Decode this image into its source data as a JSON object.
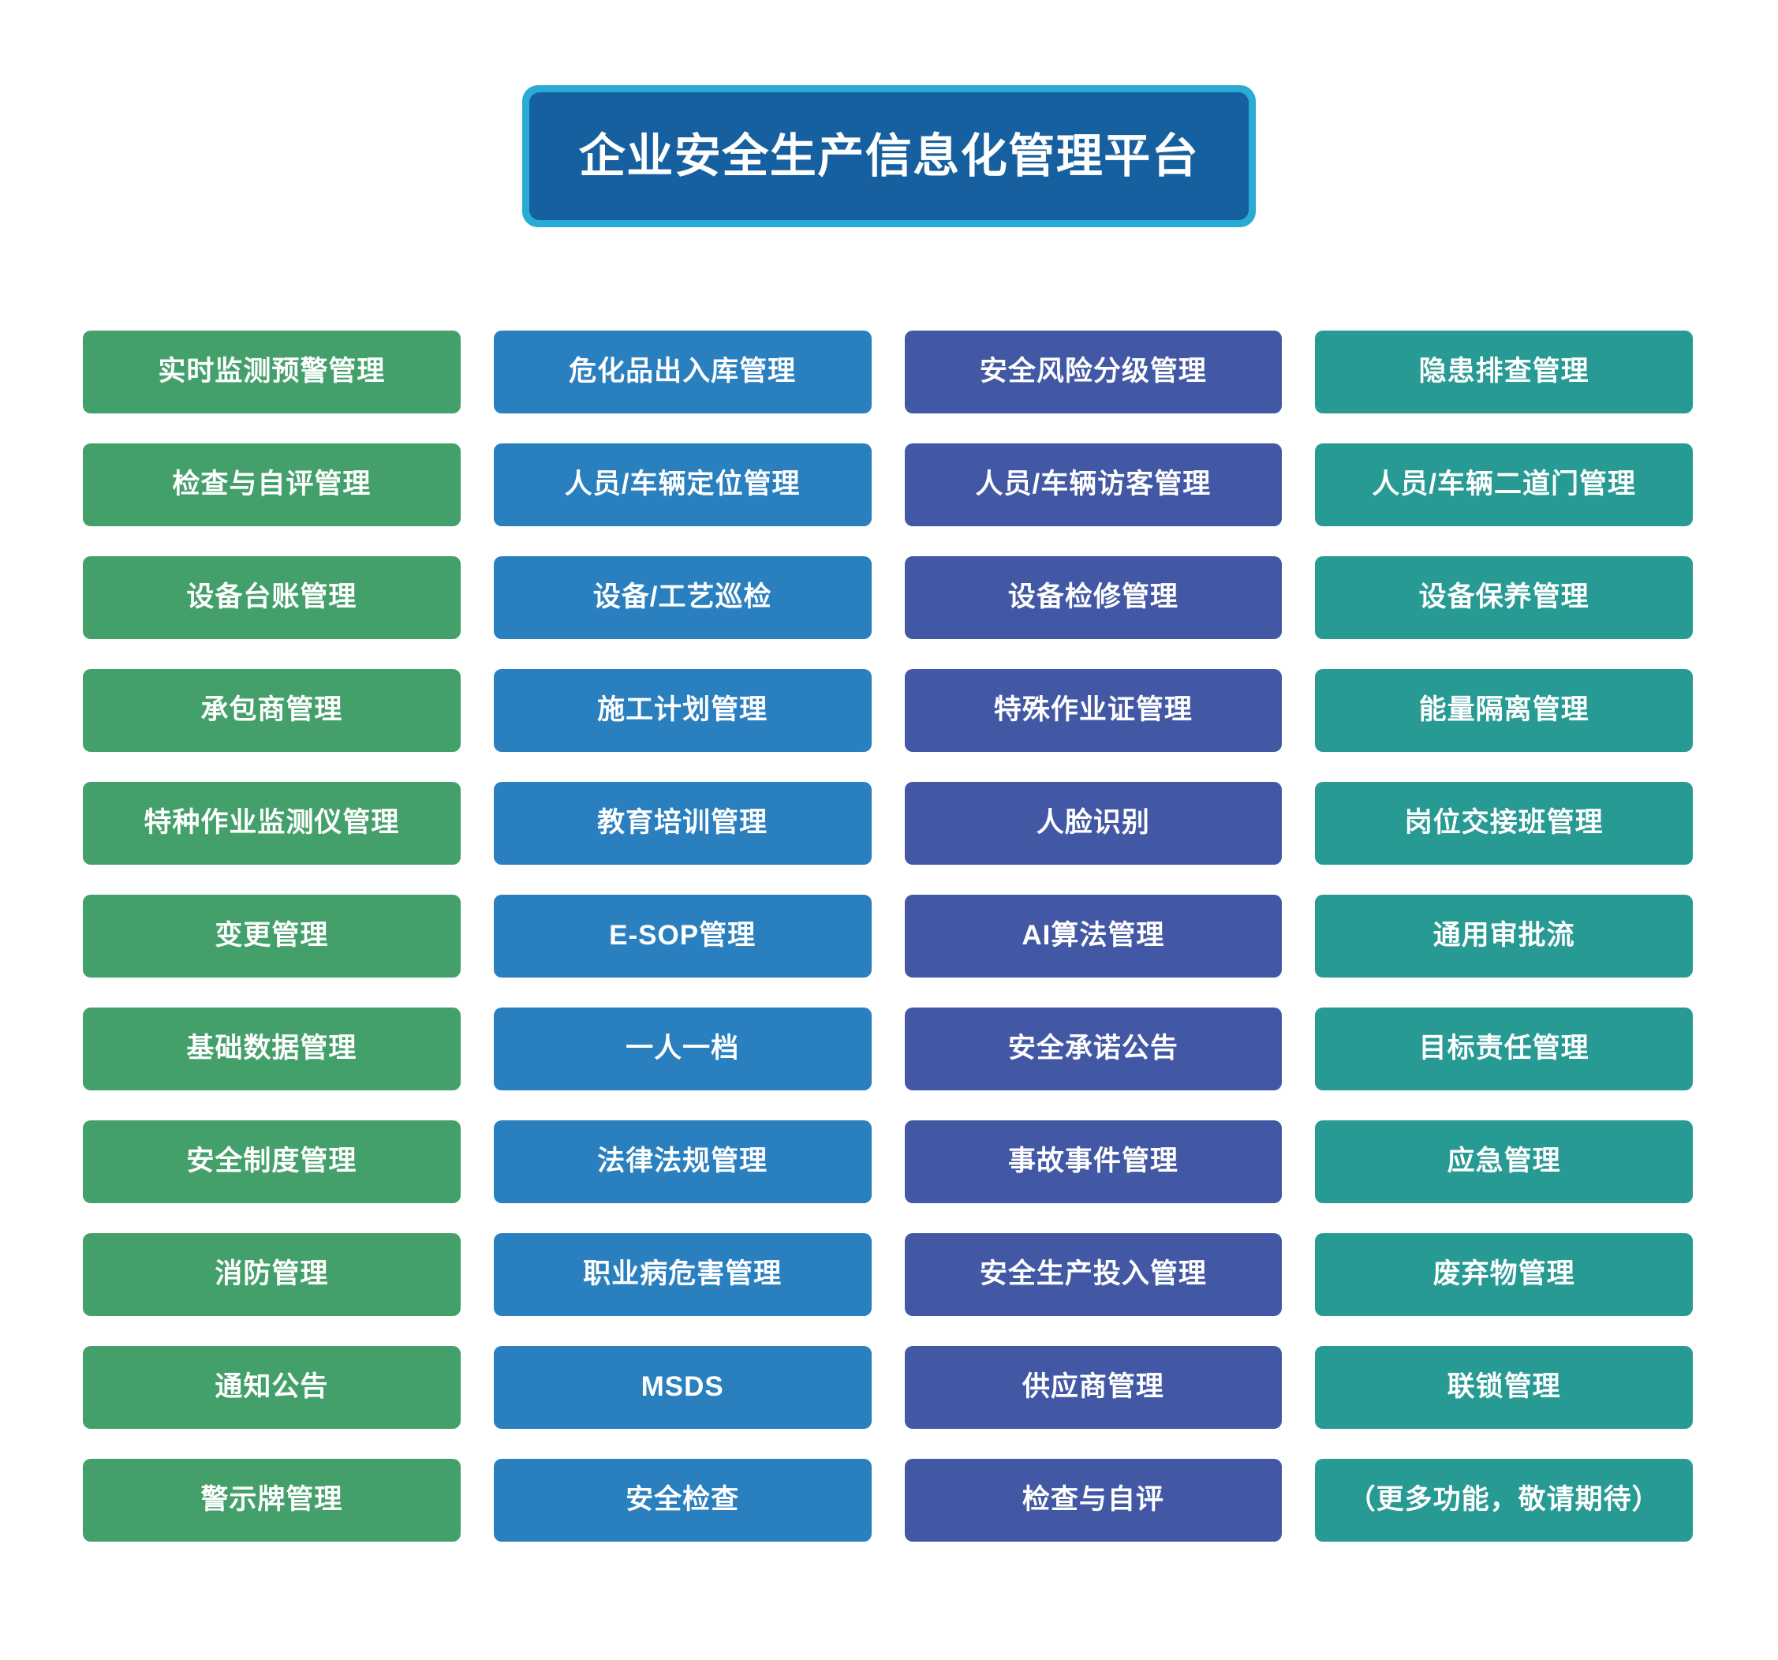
{
  "banner": {
    "title": "企业安全生产信息化管理平台",
    "border_color": "#29abd4",
    "fill_color": "#17609f",
    "text_color": "#ffffff"
  },
  "grid": {
    "columns": 4,
    "rows": 11,
    "column_colors": [
      "#44a06b",
      "#2a7fbf",
      "#4358a4",
      "#269a93"
    ],
    "card_text_color": "#ffffff",
    "cards": [
      {
        "row": 1,
        "col": 1,
        "label": "实时监测预警管理"
      },
      {
        "row": 1,
        "col": 2,
        "label": "危化品出入库管理"
      },
      {
        "row": 1,
        "col": 3,
        "label": "安全风险分级管理"
      },
      {
        "row": 1,
        "col": 4,
        "label": "隐患排查管理"
      },
      {
        "row": 2,
        "col": 1,
        "label": "检查与自评管理"
      },
      {
        "row": 2,
        "col": 2,
        "label": "人员/车辆定位管理"
      },
      {
        "row": 2,
        "col": 3,
        "label": "人员/车辆访客管理"
      },
      {
        "row": 2,
        "col": 4,
        "label": "人员/车辆二道门管理"
      },
      {
        "row": 3,
        "col": 1,
        "label": "设备台账管理"
      },
      {
        "row": 3,
        "col": 2,
        "label": "设备/工艺巡检"
      },
      {
        "row": 3,
        "col": 3,
        "label": "设备检修管理"
      },
      {
        "row": 3,
        "col": 4,
        "label": "设备保养管理"
      },
      {
        "row": 4,
        "col": 1,
        "label": "承包商管理"
      },
      {
        "row": 4,
        "col": 2,
        "label": "施工计划管理"
      },
      {
        "row": 4,
        "col": 3,
        "label": "特殊作业证管理"
      },
      {
        "row": 4,
        "col": 4,
        "label": "能量隔离管理"
      },
      {
        "row": 5,
        "col": 1,
        "label": "特种作业监测仪管理"
      },
      {
        "row": 5,
        "col": 2,
        "label": "教育培训管理"
      },
      {
        "row": 5,
        "col": 3,
        "label": "人脸识别"
      },
      {
        "row": 5,
        "col": 4,
        "label": "岗位交接班管理"
      },
      {
        "row": 6,
        "col": 1,
        "label": "变更管理"
      },
      {
        "row": 6,
        "col": 2,
        "label": "E-SOP管理"
      },
      {
        "row": 6,
        "col": 3,
        "label": "AI算法管理"
      },
      {
        "row": 6,
        "col": 4,
        "label": "通用审批流"
      },
      {
        "row": 7,
        "col": 1,
        "label": "基础数据管理"
      },
      {
        "row": 7,
        "col": 2,
        "label": "一人一档"
      },
      {
        "row": 7,
        "col": 3,
        "label": "安全承诺公告"
      },
      {
        "row": 7,
        "col": 4,
        "label": "目标责任管理"
      },
      {
        "row": 8,
        "col": 1,
        "label": "安全制度管理"
      },
      {
        "row": 8,
        "col": 2,
        "label": "法律法规管理"
      },
      {
        "row": 8,
        "col": 3,
        "label": "事故事件管理"
      },
      {
        "row": 8,
        "col": 4,
        "label": "应急管理"
      },
      {
        "row": 9,
        "col": 1,
        "label": "消防管理"
      },
      {
        "row": 9,
        "col": 2,
        "label": "职业病危害管理"
      },
      {
        "row": 9,
        "col": 3,
        "label": "安全生产投入管理"
      },
      {
        "row": 9,
        "col": 4,
        "label": "废弃物管理"
      },
      {
        "row": 10,
        "col": 1,
        "label": "通知公告"
      },
      {
        "row": 10,
        "col": 2,
        "label": "MSDS"
      },
      {
        "row": 10,
        "col": 3,
        "label": "供应商管理"
      },
      {
        "row": 10,
        "col": 4,
        "label": "联锁管理"
      },
      {
        "row": 11,
        "col": 1,
        "label": "警示牌管理"
      },
      {
        "row": 11,
        "col": 2,
        "label": "安全检查"
      },
      {
        "row": 11,
        "col": 3,
        "label": "检查与自评"
      },
      {
        "row": 11,
        "col": 4,
        "label": "（更多功能，敬请期待）"
      }
    ]
  }
}
